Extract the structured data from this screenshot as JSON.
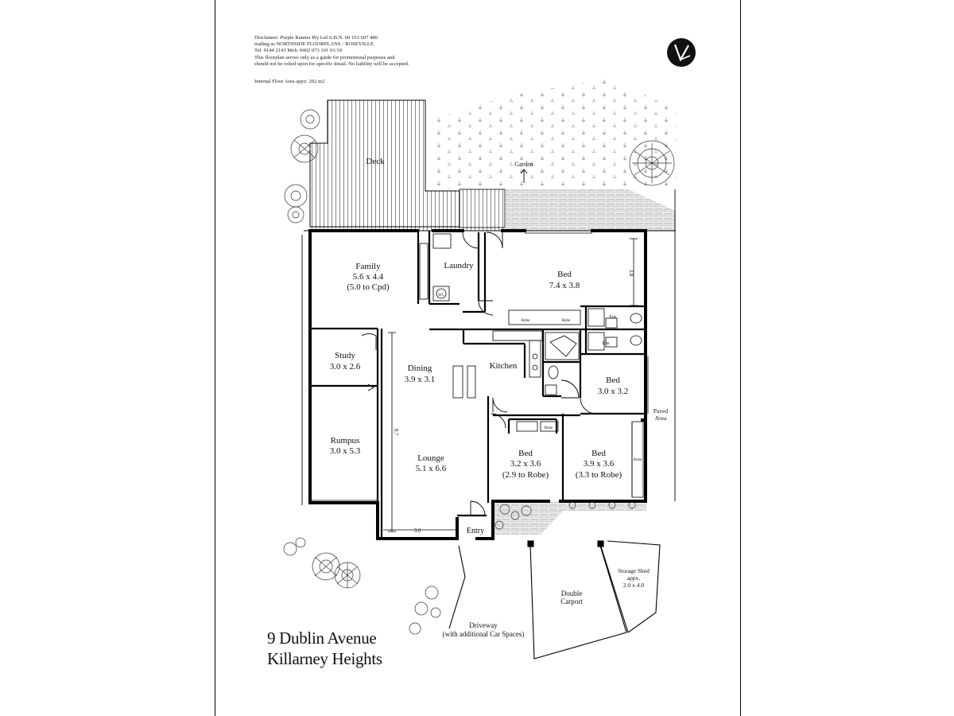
{
  "disclaimer": {
    "line1": "Disclaimer: Purple Runner Pty Ltd A.B.N. 60 163 607 480",
    "line2": "trading as NORTHSIDE FLOORPLANS - ROSEVILLE",
    "line3": "Tel. 9144 2143          Mob. 0402 073 101          01/10",
    "line4": "This floorplan serves only as a guide for promotional purposes and",
    "line5": "should not be relied upon for specific detail. No liability will be accepted."
  },
  "floor_area": "Internal Floor Area appx: 202 m2",
  "rooms": {
    "deck": {
      "name": "Deck"
    },
    "garden": {
      "name": "Garden"
    },
    "family": {
      "name": "Family",
      "size": "5.6 x 4.4",
      "note": "(5.0 to Cpd)"
    },
    "laundry": {
      "name": "Laundry"
    },
    "bed_master": {
      "name": "Bed",
      "size": "7.4 x 3.8"
    },
    "study": {
      "name": "Study",
      "size": "3.0 x 2.6"
    },
    "dining": {
      "name": "Dining",
      "size": "3.9 x 3.1"
    },
    "kitchen": {
      "name": "Kitchen"
    },
    "bed_2": {
      "name": "Bed",
      "size": "3.0 x 3.2"
    },
    "rumpus": {
      "name": "Rumpus",
      "size": "3.0 x 5.3"
    },
    "lounge": {
      "name": "Lounge",
      "size": "5.1 x 6.6"
    },
    "bed_3": {
      "name": "Bed",
      "size": "3.2 x 3.6",
      "note": "(2.9 to Robe)"
    },
    "bed_4": {
      "name": "Bed",
      "size": "3.9 x 3.6",
      "note": "(3.3 to Robe)"
    },
    "entry": {
      "name": "Entry"
    },
    "paved": {
      "line1": "Paved",
      "line2": "Area"
    },
    "carport": {
      "line1": "Double",
      "line2": "Carport"
    },
    "shed": {
      "line1": "Storage Shed",
      "line2": "appx.",
      "line3": "2.0 x 4.0"
    },
    "driveway": {
      "line1": "Driveway",
      "line2": "(with additional Car Spaces)"
    }
  },
  "fixtures": {
    "ens1": "Ens",
    "ens2": "Ens",
    "wc": "WC",
    "robe": "Robe"
  },
  "dimensions": {
    "bed_master_height": "3.8",
    "lounge_height": "9.7",
    "lounge_width": "3.6"
  },
  "address": {
    "line1": "9 Dublin Avenue",
    "line2": "Killarney Heights"
  },
  "colors": {
    "wall": "#000000",
    "paving": "#bdbdbd",
    "background": "#ffffff"
  }
}
